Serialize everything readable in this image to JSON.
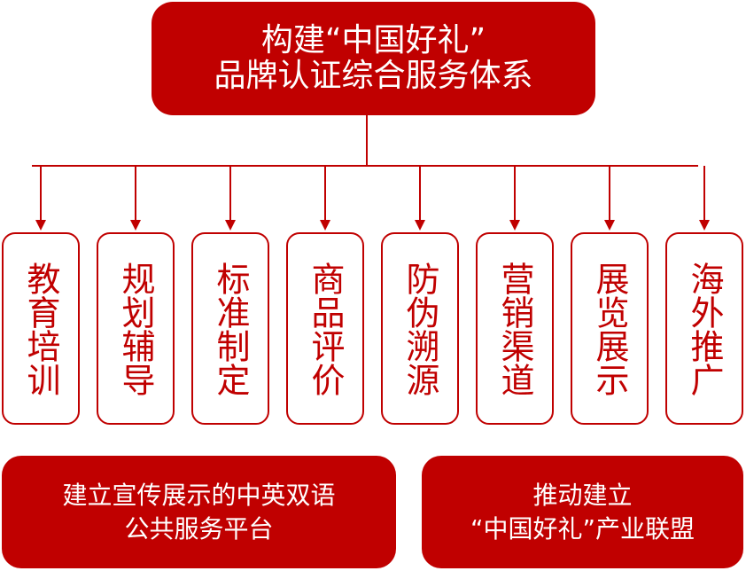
{
  "colors": {
    "accent": "#c00000",
    "text_on_accent": "#ffffff"
  },
  "top": {
    "line1": "构建“中国好礼”",
    "line2": "品牌认证综合服务体系"
  },
  "services": [
    {
      "label": "教育培训"
    },
    {
      "label": "规划辅导"
    },
    {
      "label": "标准制定"
    },
    {
      "label": "商品评价"
    },
    {
      "label": "防伪溯源"
    },
    {
      "label": "营销渠道"
    },
    {
      "label": "展览展示"
    },
    {
      "label": "海外推广"
    }
  ],
  "bottom_left": {
    "line1": "建立宣传展示的中英双语",
    "line2": "公共服务平台"
  },
  "bottom_right": {
    "line1": "推动建立",
    "line2": "“中国好礼”产业联盟"
  }
}
